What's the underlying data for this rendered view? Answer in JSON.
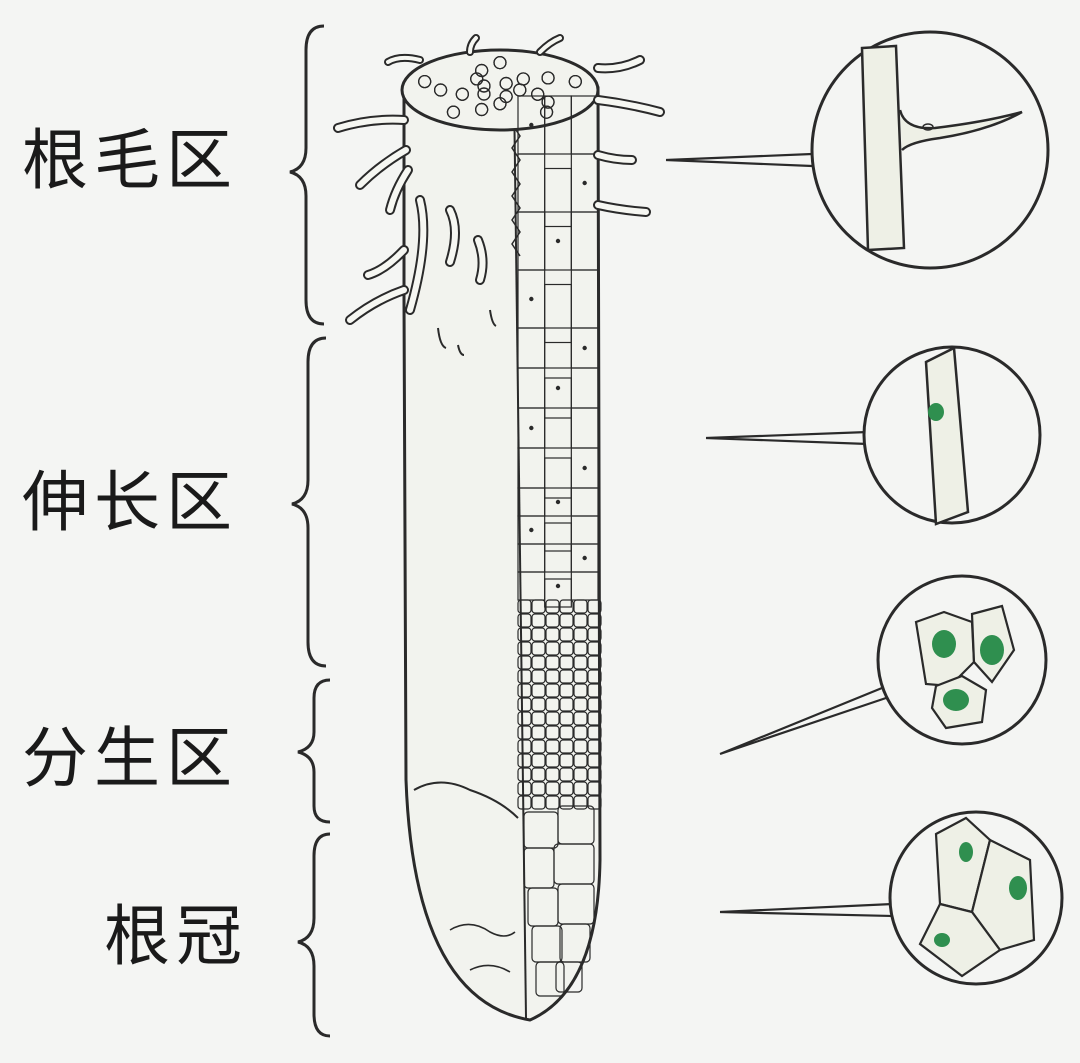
{
  "zones": [
    {
      "label": "根毛区"
    },
    {
      "label": "伸长区"
    },
    {
      "label": "分生区"
    },
    {
      "label": "根冠"
    }
  ],
  "colors": {
    "background": "#f4f5f3",
    "line": "#2a2a2a",
    "cell_fill": "#eef0e6",
    "nucleus_green": "#2f8f4f"
  }
}
